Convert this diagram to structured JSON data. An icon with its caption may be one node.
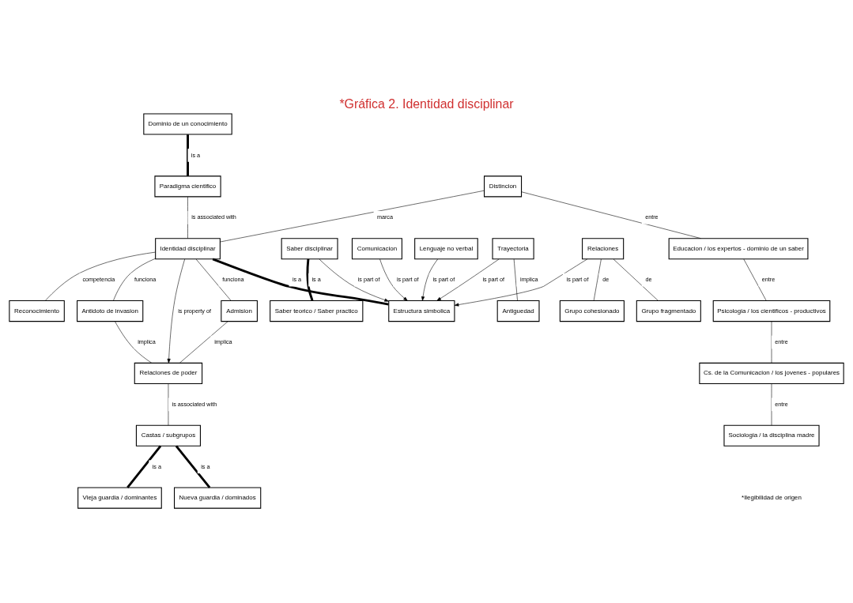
{
  "diagram": {
    "title": "*Gráfica 2. Identidad disciplinar",
    "caption": "*Ilegibilidad de origen",
    "nodes": [
      {
        "text": [
          "Dominio de un conocimiento"
        ]
      },
      {
        "text": [
          "Reconocimiento"
        ]
      },
      {
        "text": [
          "Comunicacion"
        ]
      },
      {
        "text": [
          "Paradigma cientifico"
        ]
      },
      {
        "text": [
          "Saber disciplinar"
        ]
      },
      {
        "text": [
          "Saber teorico / Saber practico"
        ]
      },
      {
        "text": [
          "Distincion"
        ]
      },
      {
        "text": [
          "Identidad disciplinar"
        ]
      },
      {
        "text": [
          "Estructura simbolica"
        ]
      },
      {
        "text": [
          "Trayectoria"
        ]
      },
      {
        "text": [
          "Antiguedad"
        ]
      },
      {
        "text": [
          "Lenguaje no verbal"
        ]
      },
      {
        "text": [
          "Educacion / los expertos - dominio de un saber"
        ]
      },
      {
        "text": [
          "Admision"
        ]
      },
      {
        "text": [
          "Antidoto de invasion"
        ]
      },
      {
        "text": [
          "Relaciones"
        ]
      },
      {
        "text": [
          "Psicologia / los cientificos - productivos"
        ]
      },
      {
        "text": [
          "Grupo cohesionado"
        ]
      },
      {
        "text": [
          "Relaciones de poder"
        ]
      },
      {
        "text": [
          "Cs. de la Comunicacion / los jovenes - populares"
        ]
      },
      {
        "text": [
          "Vieja guardia / dominantes"
        ]
      },
      {
        "text": [
          "Grupo fragmentado"
        ]
      },
      {
        "text": [
          "Castas / subgrupos"
        ]
      },
      {
        "text": [
          "Sociologia / la disciplina madre"
        ]
      },
      {
        "text": [
          "Nueva guardia / dominados"
        ]
      }
    ],
    "edges": [
      {
        "from": 0,
        "to": 3,
        "label": "is a",
        "arrow": "none",
        "style": "thick"
      },
      {
        "from": 3,
        "to": 7,
        "label": "is associated with",
        "arrow": "none"
      },
      {
        "from": 6,
        "to": 7,
        "label": "marca",
        "arrow": "none"
      },
      {
        "from": 7,
        "to": 1,
        "label": "competencia",
        "arrow": "none"
      },
      {
        "from": 7,
        "to": 8,
        "label": "is a",
        "arrow": "none",
        "style": "thick"
      },
      {
        "from": 6,
        "to": 12,
        "label": "entre",
        "arrow": "none"
      },
      {
        "from": 12,
        "to": 16,
        "label": "entre",
        "arrow": "none"
      },
      {
        "from": 16,
        "to": 19,
        "label": "entre",
        "arrow": "none"
      },
      {
        "from": 19,
        "to": 23,
        "label": "entre",
        "arrow": "none"
      },
      {
        "from": 7,
        "to": 13,
        "label": "funciona",
        "arrow": "none"
      },
      {
        "from": 7,
        "to": 14,
        "label": "funciona",
        "arrow": "none"
      },
      {
        "from": 7,
        "to": 18,
        "label": "is property of",
        "arrow": "to"
      },
      {
        "from": 13,
        "to": 18,
        "label": "implica",
        "arrow": "none"
      },
      {
        "from": 14,
        "to": 18,
        "label": "implica",
        "arrow": "none"
      },
      {
        "from": 18,
        "to": 22,
        "label": "is associated with",
        "arrow": "none"
      },
      {
        "from": 22,
        "to": 20,
        "label": "is a",
        "arrow": "none",
        "style": "thick"
      },
      {
        "from": 22,
        "to": 24,
        "label": "is a",
        "arrow": "none",
        "style": "thick"
      },
      {
        "from": 2,
        "to": 8,
        "label": "is part of",
        "arrow": "to"
      },
      {
        "from": 4,
        "to": 8,
        "label": "is part of",
        "arrow": "to"
      },
      {
        "from": 9,
        "to": 8,
        "label": "is part of",
        "arrow": "to"
      },
      {
        "from": 11,
        "to": 8,
        "label": "is part of",
        "arrow": "to"
      },
      {
        "from": 15,
        "to": 8,
        "label": "is part of",
        "arrow": "to"
      },
      {
        "from": 4,
        "to": 5,
        "label": "is a",
        "arrow": "none",
        "style": "thick"
      },
      {
        "from": 9,
        "to": 10,
        "label": "implica",
        "arrow": "none"
      },
      {
        "from": 15,
        "to": 17,
        "label": "de",
        "arrow": "none"
      },
      {
        "from": 15,
        "to": 21,
        "label": "de",
        "arrow": "none"
      }
    ]
  }
}
